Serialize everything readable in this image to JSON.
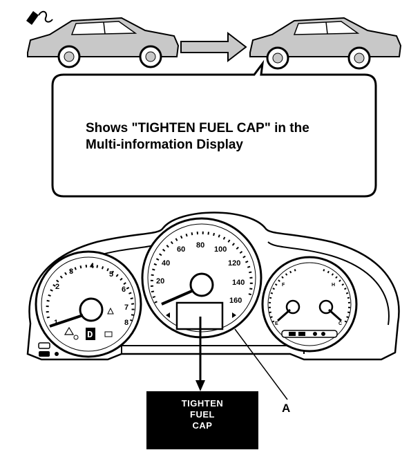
{
  "callout": {
    "line1": "Shows \"TIGHTEN FUEL CAP\" in the",
    "line2": "Multi-information Display"
  },
  "display_message": {
    "line1": "TIGHTEN",
    "line2": "FUEL",
    "line3": "CAP"
  },
  "label_a": "A",
  "gauges": {
    "tachometer": {
      "ticks": [
        "1",
        "2",
        "3",
        "4",
        "5",
        "6",
        "7",
        "8"
      ],
      "gear_indicator": "D"
    },
    "speedometer": {
      "ticks": [
        "20",
        "40",
        "60",
        "80",
        "100",
        "120",
        "140",
        "160"
      ]
    },
    "fuel_temp": {
      "fuel_ticks": [
        "F",
        "E"
      ],
      "temp_ticks": [
        "H",
        "C"
      ]
    }
  },
  "colors": {
    "car_fill": "#c8c8c8",
    "display_bg": "#000000",
    "display_text": "#ffffff"
  }
}
